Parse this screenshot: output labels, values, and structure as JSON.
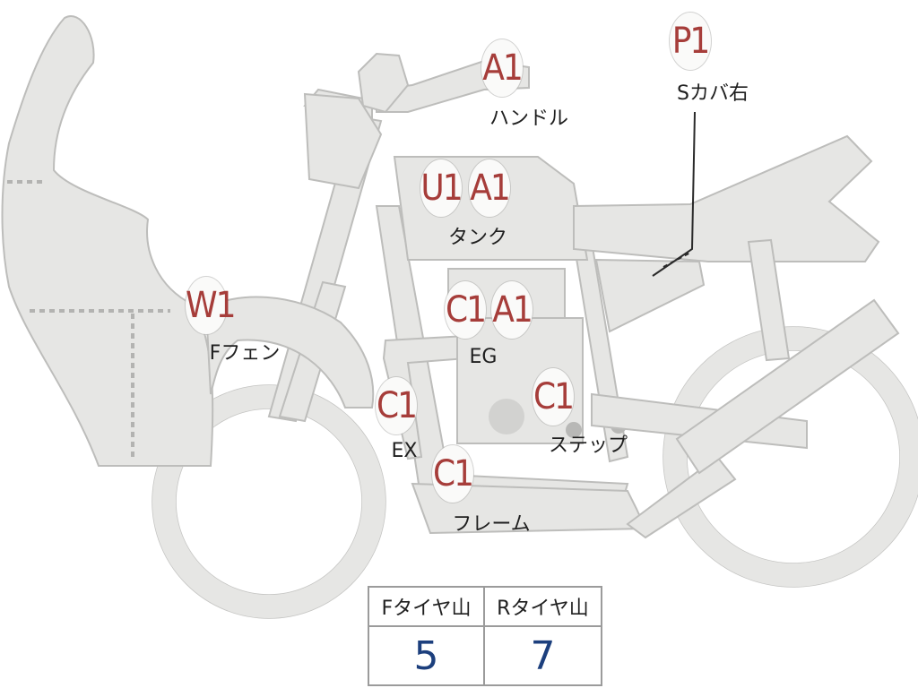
{
  "badges": {
    "handle": "A1",
    "side_cover": "P1",
    "tank_u": "U1",
    "tank_a": "A1",
    "fender": "W1",
    "engine_c": "C1",
    "engine_a": "A1",
    "step": "C1",
    "exhaust": "C1",
    "frame": "C1"
  },
  "labels": {
    "handle": "ハンドル",
    "side_cover": "Sカバ右",
    "tank": "タンク",
    "fender": "Fフェン",
    "engine": "EG",
    "step": "ステップ",
    "exhaust": "EX",
    "frame": "フレーム"
  },
  "tire_table": {
    "headers": [
      "Fタイヤ山",
      "Rタイヤ山"
    ],
    "values": [
      "5",
      "7"
    ]
  },
  "colors": {
    "badge_text": "#a63d3a",
    "value_text": "#1c3f7d",
    "part_fill": "#e6e6e4"
  }
}
